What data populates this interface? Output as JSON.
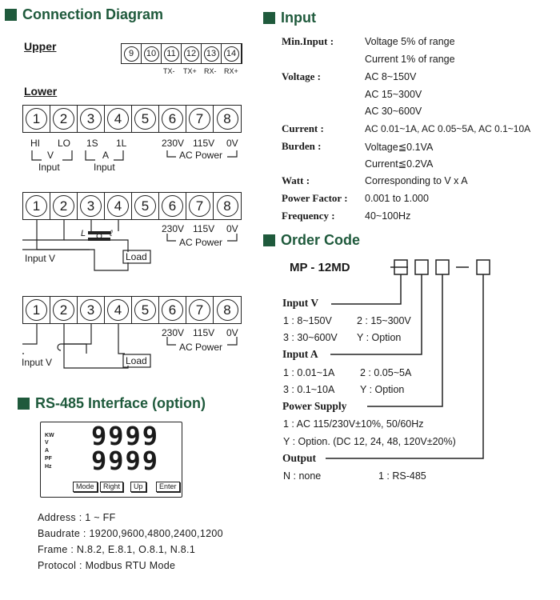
{
  "connection": {
    "title": "Connection  Diagram",
    "upper_label": "Upper",
    "lower_label": "Lower",
    "upper_terminals": [
      "9",
      "10",
      "11",
      "12",
      "13",
      "14"
    ],
    "upper_tx_labels": [
      "TX-",
      "TX+",
      "RX-",
      "RX+"
    ],
    "lower_terminals": [
      "1",
      "2",
      "3",
      "4",
      "5",
      "6",
      "7",
      "8"
    ],
    "lower_labels": {
      "hi": "HI",
      "lo": "LO",
      "s1": "1S",
      "l1": "1L",
      "v230": "230V",
      "v115": "115V",
      "v0": "0V"
    },
    "group_v": "V",
    "group_a": "A",
    "input_word": "Input",
    "ac_power": "AC Power",
    "input_v": "Input V",
    "load": "Load",
    "ct_l_big": "L",
    "ct_l_small": "ℓ"
  },
  "rs485": {
    "title": "RS-485 Interface (option)",
    "lcd_units": [
      "KW",
      "V",
      "A",
      "PF",
      "Hz"
    ],
    "lcd_top": "9999",
    "lcd_bottom": "9999",
    "buttons": [
      "Mode",
      "Right",
      "Up",
      "Enter"
    ],
    "lines": [
      "Address : 1 ~ FF",
      "Baudrate : 19200,9600,4800,2400,1200",
      "Frame : N.8.2, E.8.1, O.8.1, N.8.1",
      "Protocol : Modbus RTU Mode"
    ]
  },
  "input": {
    "title": "Input",
    "rows": [
      {
        "label": "Min.Input :",
        "values": [
          "Voltage 5% of range",
          "Current 1% of range"
        ]
      },
      {
        "label": "Voltage :",
        "values": [
          "AC 8~150V",
          "AC 15~300V",
          "AC 30~600V"
        ]
      },
      {
        "label": "Current :",
        "values": [
          "AC 0.01~1A, AC 0.05~5A, AC 0.1~10A"
        ]
      },
      {
        "label": "Burden :",
        "values": [
          "Voltage≦0.1VA",
          "Current≦0.2VA"
        ]
      },
      {
        "label": "Watt :",
        "values": [
          "Corresponding to V x A"
        ]
      },
      {
        "label": "Power Factor :",
        "values": [
          "0.001 to 1.000"
        ]
      },
      {
        "label": "Frequency :",
        "values": [
          "40~100Hz"
        ]
      }
    ]
  },
  "order": {
    "title": "Order  Code",
    "model": "MP - 12MD",
    "input_v_title": "Input  V",
    "input_v_opts": [
      "1 : 8~150V",
      "2 : 15~300V",
      "3 : 30~600V",
      "Y : Option"
    ],
    "input_a_title": "Input  A",
    "input_a_opts": [
      "1 : 0.01~1A",
      "2 : 0.05~5A",
      "3 : 0.1~10A",
      "Y : Option"
    ],
    "power_title": "Power  Supply",
    "power_opts": [
      "1 : AC 115/230V±10%, 50/60Hz",
      "Y : Option. (DC 12, 24, 48, 120V±20%)"
    ],
    "output_title": "Output",
    "output_opts": [
      "N : none",
      "1 : RS-485"
    ]
  }
}
